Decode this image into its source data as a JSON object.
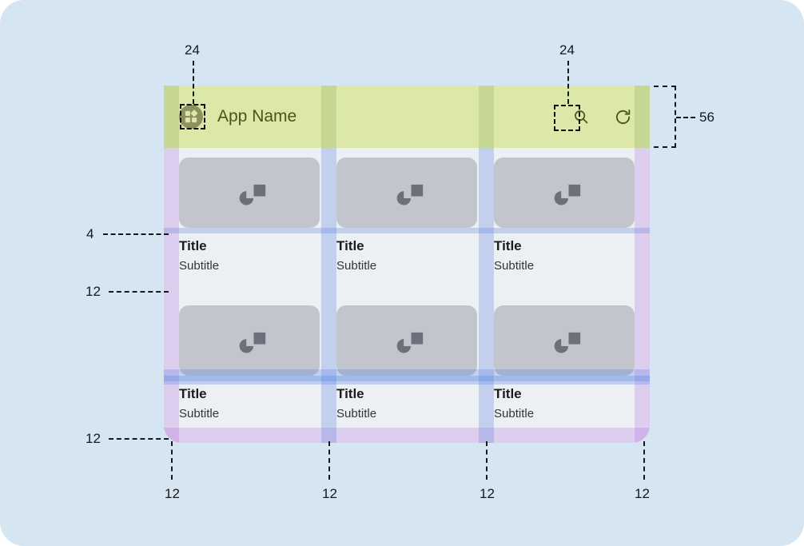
{
  "canvas": {
    "background": "#d5e5f2",
    "corner_radius": 30
  },
  "app_bar": {
    "title": "App Name",
    "height_label": "56",
    "background": "#dbe8a8",
    "title_color": "#4b5320",
    "menu_icon": "app-grid-icon",
    "actions": [
      {
        "icon": "search-icon",
        "name": "search-button"
      },
      {
        "icon": "refresh-icon",
        "name": "refresh-button"
      }
    ]
  },
  "cards": {
    "title": "Title",
    "subtitle": "Subtitle",
    "thumb_icon": "image-placeholder-icon",
    "thumb_color": "#c2c6cc",
    "rows": 2,
    "columns": 3,
    "items": [
      {
        "title": "Title",
        "subtitle": "Subtitle"
      },
      {
        "title": "Title",
        "subtitle": "Subtitle"
      },
      {
        "title": "Title",
        "subtitle": "Subtitle"
      },
      {
        "title": "Title",
        "subtitle": "Subtitle"
      },
      {
        "title": "Title",
        "subtitle": "Subtitle"
      },
      {
        "title": "Title",
        "subtitle": "Subtitle"
      }
    ]
  },
  "annotations": {
    "touch_target_left": "24",
    "touch_target_right": "24",
    "app_bar_height": "56",
    "title_top_gap": "4",
    "row_gap": "12",
    "bottom_margin": "12",
    "gutters": [
      "12",
      "12",
      "12",
      "12"
    ]
  },
  "overlay_colors": {
    "margin": "#a855e0",
    "gutter": "#4876e0",
    "app_bar_pad": "#6e963c"
  }
}
